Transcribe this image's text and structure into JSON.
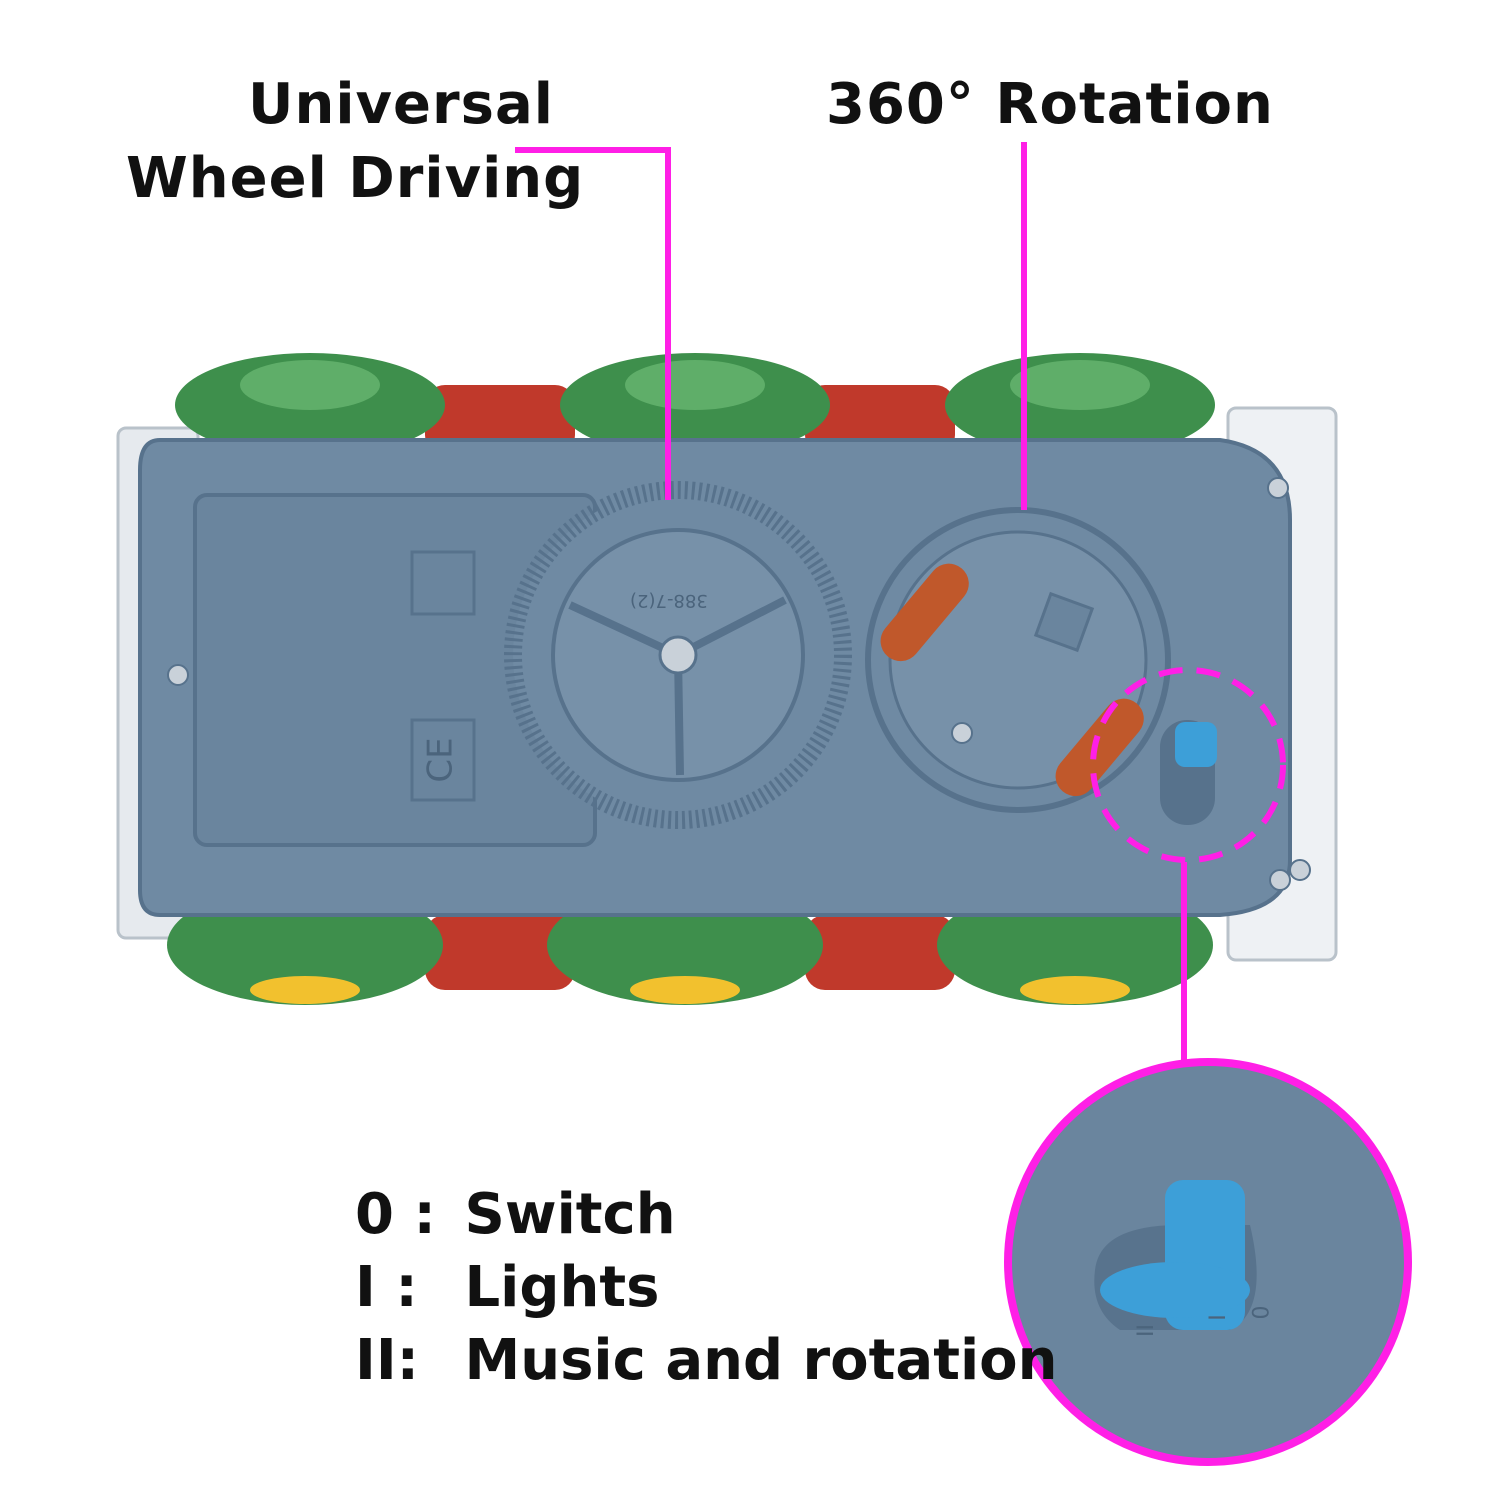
{
  "callouts": {
    "wheel_line1": "Universal",
    "wheel_line2": "Wheel Driving",
    "rotation": "360° Rotation"
  },
  "legend": [
    {
      "key": "0 :",
      "text": "Switch"
    },
    {
      "key": "I :",
      "text": "Lights"
    },
    {
      "key": "II:",
      "text": "Music and rotation"
    }
  ],
  "product_markings": {
    "part_code": "388-7(2)",
    "ce_mark": "CE",
    "switch_positions": [
      "0",
      "I",
      "II"
    ]
  },
  "colors": {
    "accent": "#ff1fe6",
    "body": "#6f8aa3",
    "body_dark": "#57728c",
    "wheel_green": "#3e8f4c",
    "wheel_red": "#c0392b",
    "hub_yellow": "#f2c12e",
    "slider_blue": "#3d9fd8"
  }
}
